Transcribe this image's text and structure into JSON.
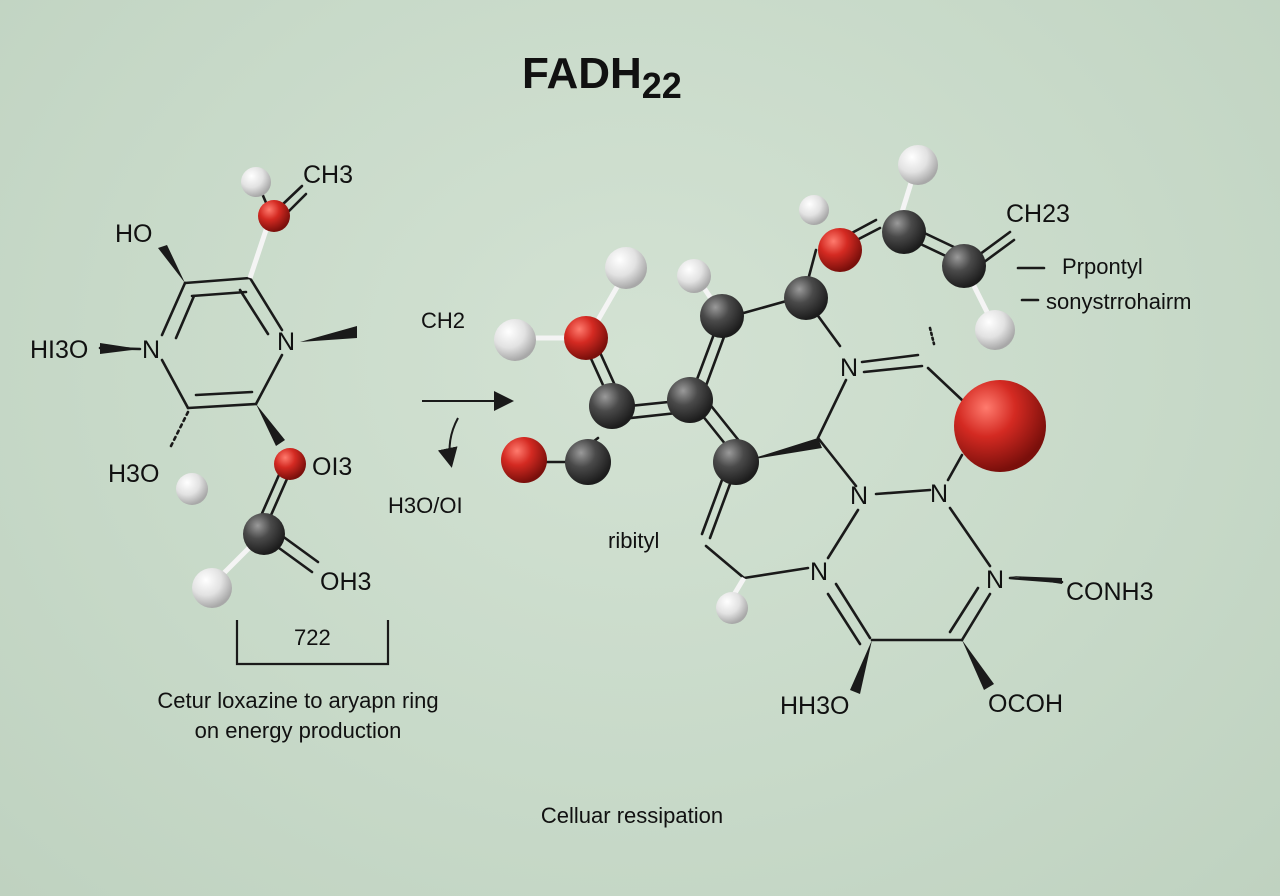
{
  "title": {
    "main": "FADH",
    "sub": "22"
  },
  "left_molecule": {
    "labels": {
      "ch3_top": "CH3",
      "ho": "HO",
      "hi3o": "HI3O",
      "n_left": "N",
      "n_right": "N",
      "h3o": "H3O",
      "oi3": "OI3",
      "oh3": "OH3",
      "bracket": "722"
    },
    "caption_line1": "Cetur loxazine to aryapn ring",
    "caption_line2": "on energy production"
  },
  "middle": {
    "ch2": "CH2",
    "h3o_oi": "H3O/OI"
  },
  "right_molecule": {
    "labels": {
      "ch23": "CH23",
      "prpontyl": "Prpontyl",
      "sonystrrohairm": "sonystrrohairm",
      "n_top": "N",
      "n_mid_left": "N",
      "n_mid_right": "N",
      "n_low_left": "N",
      "n_low_right": "N",
      "ribityl": "ribityl",
      "conh3": "CONH3",
      "hh3o": "HH3O",
      "ocoh": "OCOH"
    }
  },
  "footer": "Celluar ressipation",
  "colors": {
    "background": "#c7d9c8",
    "oxygen": "#d42a22",
    "carbon": "#4a4a4a",
    "hydrogen": "#e6e6e6",
    "bond": "#1a1a1a"
  }
}
